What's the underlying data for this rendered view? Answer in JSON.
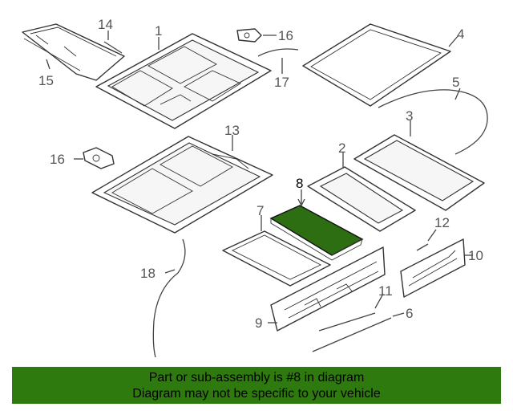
{
  "callouts": {
    "c1": "1",
    "c2": "2",
    "c3": "3",
    "c4": "4",
    "c5": "5",
    "c6": "6",
    "c7": "7",
    "c8": "8",
    "c9": "9",
    "c10": "10",
    "c11": "11",
    "c12": "12",
    "c13": "13",
    "c14": "14",
    "c15": "15",
    "c16a": "16",
    "c16b": "16",
    "c17": "17",
    "c18": "18"
  },
  "highlight": {
    "part": "8",
    "color": "#2e6e13"
  },
  "banner": {
    "line1": "Part or sub-assembly is #8 in diagram",
    "line2": "Diagram may not be specific to your vehicle",
    "color": "#2e7a0f"
  }
}
